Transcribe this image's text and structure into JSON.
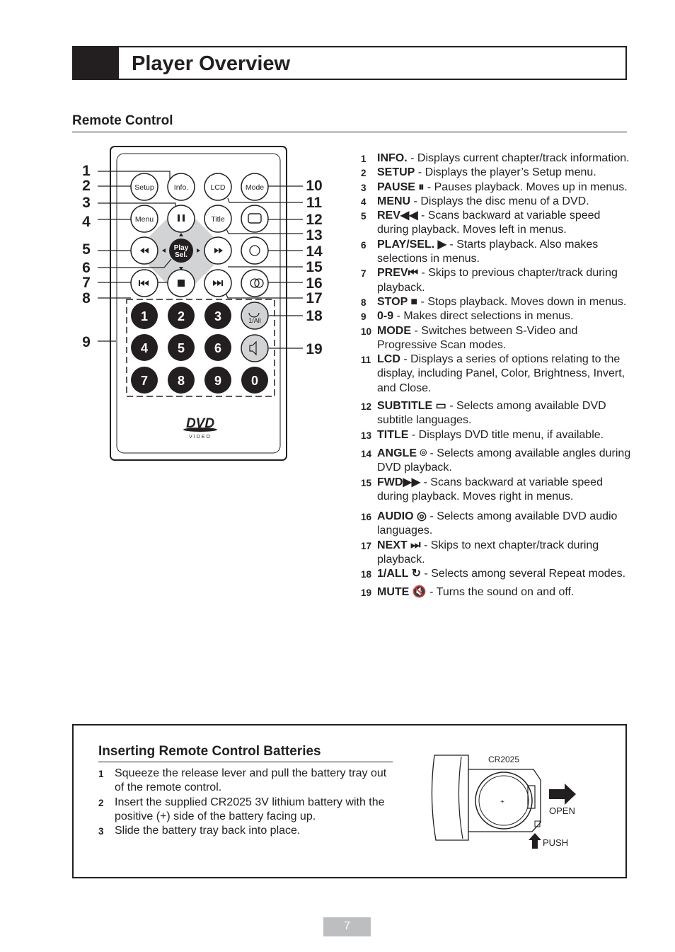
{
  "header": {
    "title": "Player Overview"
  },
  "section": {
    "title": "Remote Control"
  },
  "remote": {
    "buttons": {
      "setup": "Setup",
      "info": "Info.",
      "lcd": "LCD",
      "mode": "Mode",
      "menu": "Menu",
      "title": "Title",
      "play_sel_1": "Play",
      "play_sel_2": "Sel.",
      "repeat_label": "1/All",
      "dvd_logo": "DVD",
      "dvd_video": "VIDEO"
    },
    "digits": [
      "1",
      "2",
      "3",
      "4",
      "5",
      "6",
      "7",
      "8",
      "9",
      "0"
    ],
    "callouts_left": [
      "1",
      "2",
      "3",
      "4",
      "5",
      "6",
      "7",
      "8",
      "9"
    ],
    "callouts_right": [
      "10",
      "11",
      "12",
      "13",
      "14",
      "15",
      "16",
      "17",
      "18",
      "19"
    ]
  },
  "items": [
    {
      "num": "1",
      "name": "INFO.",
      "glyph": "",
      "text": " - Displays current chapter/track information."
    },
    {
      "num": "2",
      "name": "SETUP",
      "glyph": "",
      "text": " - Displays the player’s Setup menu."
    },
    {
      "num": "3",
      "name": "PAUSE",
      "glyph": " ⏸",
      "text": " - Pauses playback. Moves up in menus."
    },
    {
      "num": "4",
      "name": "MENU",
      "glyph": "",
      "text": " - Displays the disc menu of a DVD."
    },
    {
      "num": "5",
      "name": "REV",
      "glyph": "◀◀",
      "text": " - Scans backward at variable speed during playback. Moves left in menus."
    },
    {
      "num": "6",
      "name": "PLAY/SEL.",
      "glyph": " ▶",
      "text": " - Starts playback. Also makes selections in menus."
    },
    {
      "num": "7",
      "name": "PREV",
      "glyph": "⏮",
      "text": " - Skips to previous chapter/track during playback."
    },
    {
      "num": "8",
      "name": "STOP",
      "glyph": " ■",
      "text": " - Stops playback. Moves down in menus."
    },
    {
      "num": "9",
      "name": "0-9",
      "glyph": "",
      "text": " - Makes direct selections in menus."
    },
    {
      "num": "10",
      "name": "MODE",
      "glyph": "",
      "text": " - Switches between S-Video and Progressive Scan modes."
    },
    {
      "num": "11",
      "name": "LCD",
      "glyph": "",
      "text": " - Displays a series of options relating to the display, including Panel, Color, Brightness, Invert, and Close."
    },
    {
      "num": "12",
      "name": "SUBTITLE",
      "glyph": " ▭",
      "text": " - Selects among available DVD subtitle languages."
    },
    {
      "num": "13",
      "name": "TITLE",
      "glyph": "",
      "text": " - Displays DVD title menu, if available."
    },
    {
      "num": "14",
      "name": "ANGLE",
      "glyph": " ⌾",
      "text": " - Selects among available angles during DVD playback."
    },
    {
      "num": "15",
      "name": "FWD",
      "glyph": "▶▶",
      "text": " - Scans backward at variable speed during playback. Moves right in menus."
    },
    {
      "num": "16",
      "name": "AUDIO",
      "glyph": " ◎",
      "text": " - Selects among available DVD audio languages."
    },
    {
      "num": "17",
      "name": "NEXT",
      "glyph": " ⏭",
      "text": " - Skips to next chapter/track during playback."
    },
    {
      "num": "18",
      "name": "1/ALL",
      "glyph": " ↻",
      "text": " - Selects among several Repeat modes."
    },
    {
      "num": "19",
      "name": "MUTE",
      "glyph": " 🔇",
      "text": " - Turns the sound on and off."
    }
  ],
  "battery": {
    "title": "Inserting Remote Control Batteries",
    "steps": [
      {
        "num": "1",
        "text": "Squeeze the release lever and pull the battery tray out of the remote control."
      },
      {
        "num": "2",
        "text": "Insert the supplied CR2025 3V lithium battery with the positive (+) side of the battery facing up."
      },
      {
        "num": "3",
        "text": "Slide the battery tray back into place."
      }
    ],
    "diagram": {
      "model": "CR2025",
      "open": "OPEN",
      "push": "PUSH",
      "plus": "+"
    }
  },
  "page_number": "7"
}
